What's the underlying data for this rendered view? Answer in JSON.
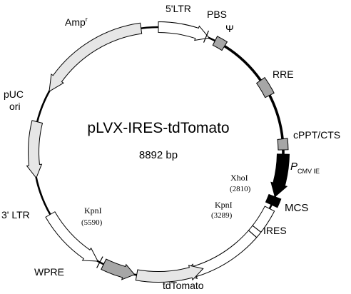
{
  "title": "pLVX-IRES-tdTomato",
  "size_label": "8892 bp",
  "features": {
    "ltr5": "5'LTR",
    "pbs": "PBS",
    "psi": "Ψ",
    "rre": "RRE",
    "cppt": "cPPT/CTS",
    "pcmv_main": "P",
    "pcmv_sub": "CMV IE",
    "mcs": "MCS",
    "ires": "IRES",
    "tdtomato": "tdTomato",
    "wpre": "WPRE",
    "ltr3": "3' LTR",
    "puc_line1": "pUC",
    "puc_line2": "ori",
    "amp_main": "Amp",
    "amp_sup": "r"
  },
  "sites": {
    "xhoi_name": "XhoI",
    "xhoi_pos": "(2810)",
    "kpni_mcs_name": "KpnI",
    "kpni_mcs_pos": "(3289)",
    "kpni_wpre_name": "KpnI",
    "kpni_wpre_pos": "(5590)"
  },
  "colors": {
    "backbone": "#000000",
    "light_feature": "#e6e6e6",
    "white_feature": "#ffffff",
    "gray_feature": "#a6a6a6",
    "promoter": "#000000"
  }
}
